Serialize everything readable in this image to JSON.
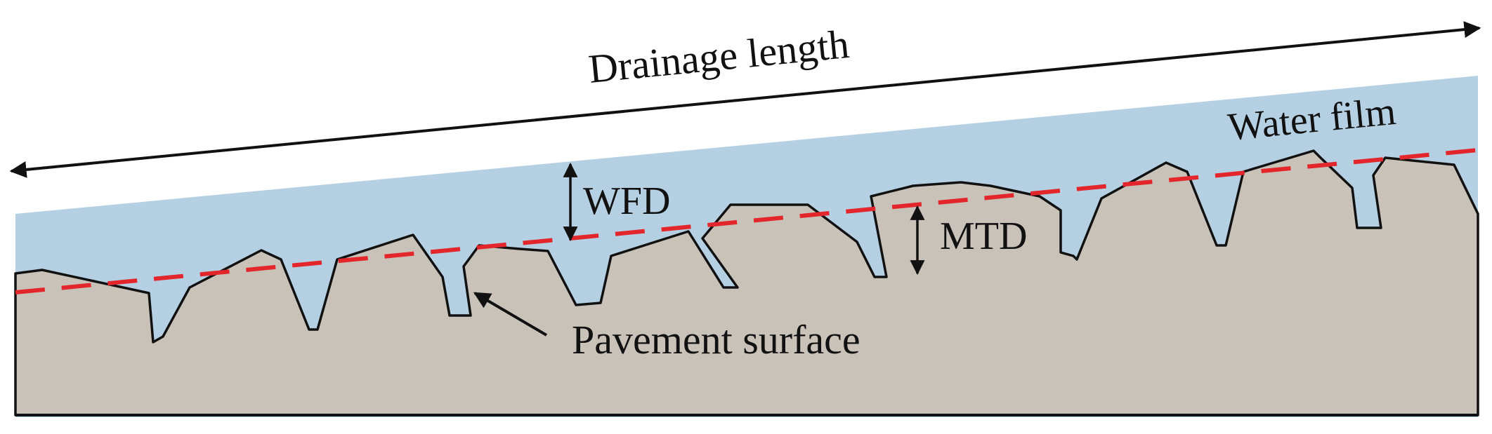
{
  "labels": {
    "drainage_length": "Drainage length",
    "water_film": "Water film",
    "wfd": "WFD",
    "mtd": "MTD",
    "pavement_surface": "Pavement surface"
  },
  "colors": {
    "water": "#b5d0e3",
    "pavement": "#c9c2b9",
    "outline": "#111111",
    "mean_texture_line": "#e3262b"
  }
}
